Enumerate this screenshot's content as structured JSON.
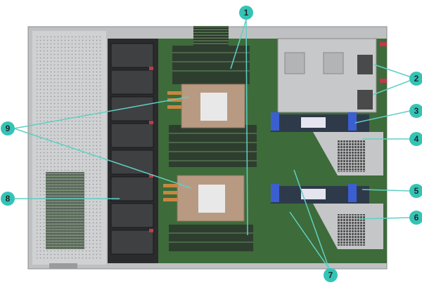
{
  "callouts": [
    {
      "label": "1",
      "part": "memory"
    },
    {
      "label": "2",
      "part": "power-supplies"
    },
    {
      "label": "3",
      "part": "riser-upper"
    },
    {
      "label": "4",
      "part": "riser-slot-upper"
    },
    {
      "label": "5",
      "part": "riser-lower"
    },
    {
      "label": "6",
      "part": "riser-slot-lower"
    },
    {
      "label": "7",
      "part": "onboard-components"
    },
    {
      "label": "8",
      "part": "fans"
    },
    {
      "label": "9",
      "part": "processors"
    }
  ],
  "colors": {
    "callout": "#35c3b5",
    "leader": "#5fd0c4",
    "board": "#3d6b3a",
    "chassis": "#c9cacc"
  }
}
